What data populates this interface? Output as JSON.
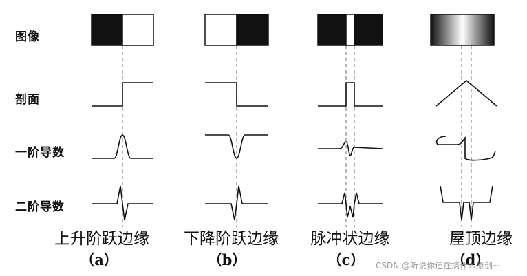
{
  "row_labels": {
    "image": "图像",
    "profile": "剖面",
    "first_derivative": "一阶导数",
    "second_derivative": "二阶导数"
  },
  "columns": [
    {
      "title": "上升阶跃边缘",
      "letter": "（a）",
      "edge_type": "rising-step"
    },
    {
      "title": "下降阶跃边缘",
      "letter": "（b）",
      "edge_type": "falling-step"
    },
    {
      "title": "脉冲状边缘",
      "letter": "（c）",
      "edge_type": "pulse"
    },
    {
      "title": "屋顶边缘",
      "letter": "（d）",
      "edge_type": "roof"
    }
  ],
  "watermark": "CSDN @听说你还在搞什么原创~",
  "colors": {
    "ink": "#111111",
    "dashed": "#888888",
    "background": "#ffffff"
  }
}
